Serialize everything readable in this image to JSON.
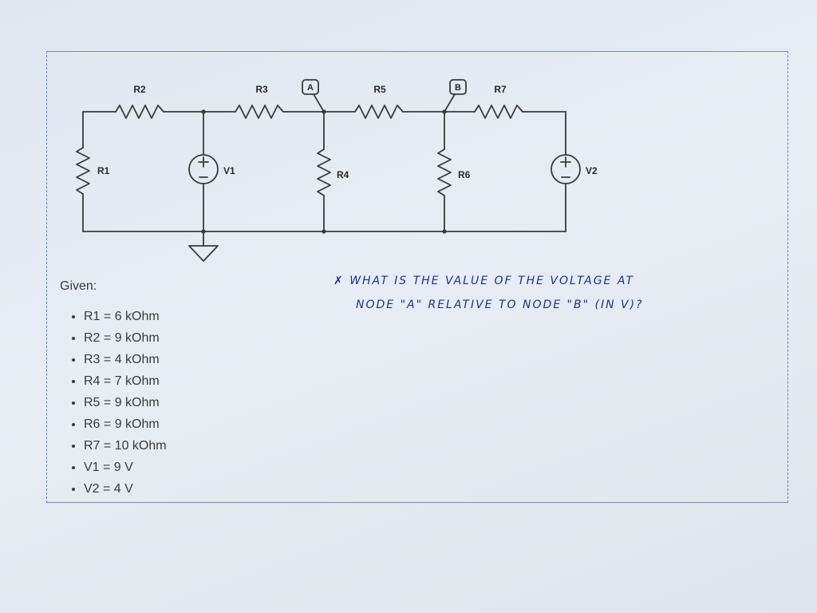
{
  "labels": {
    "r1": "R1",
    "r2": "R2",
    "r3": "R3",
    "r4": "R4",
    "r5": "R5",
    "r6": "R6",
    "r7": "R7",
    "v1": "V1",
    "v2": "V2",
    "node_a": "A",
    "node_b": "B"
  },
  "given": {
    "title": "Given:",
    "items": [
      "R1 = 6 kOhm",
      "R2 = 9 kOhm",
      "R3 = 4 kOhm",
      "R4 = 7 kOhm",
      "R5 = 9 kOhm",
      "R6 = 9 kOhm",
      "R7 = 10 kOhm",
      "V1 = 9 V",
      "V2 = 4 V"
    ]
  },
  "question": {
    "line1": "What is the value of the voltage at",
    "line2": "node \"A\" relative to Node \"B\" (in V)?"
  },
  "colors": {
    "ink": "#1d2f9a",
    "wire": "#3a3a3a",
    "border": "#7a86c8"
  }
}
